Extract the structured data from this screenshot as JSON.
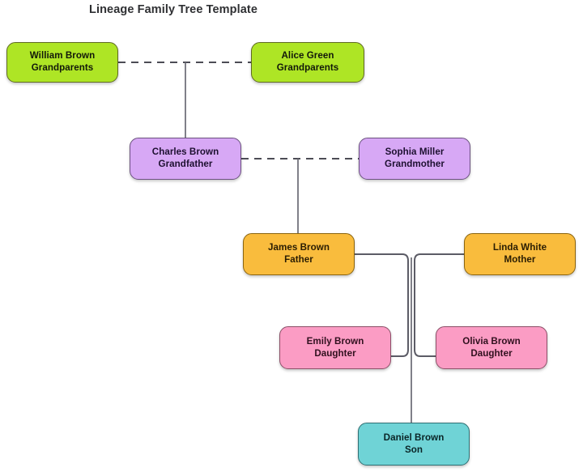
{
  "chart_data": {
    "type": "diagram",
    "diagram_kind": "family-tree",
    "title": "Lineage Family Tree Template",
    "generations": [
      {
        "level": 1,
        "color": "#aee525",
        "nodes": [
          {
            "name": "William Brown",
            "role": "Grandparents"
          },
          {
            "name": "Alice Green",
            "role": "Grandparents"
          }
        ]
      },
      {
        "level": 2,
        "color": "#d7a8f5",
        "nodes": [
          {
            "name": "Charles Brown",
            "role": "Grandfather"
          },
          {
            "name": "Sophia Miller",
            "role": "Grandmother"
          }
        ]
      },
      {
        "level": 3,
        "color": "#f9bc3d",
        "nodes": [
          {
            "name": "James Brown",
            "role": "Father"
          },
          {
            "name": "Linda White",
            "role": "Mother"
          }
        ]
      },
      {
        "level": 4,
        "color": "#fb9cc4",
        "nodes": [
          {
            "name": "Emily Brown",
            "role": "Daughter"
          },
          {
            "name": "Olivia Brown",
            "role": "Daughter"
          }
        ]
      },
      {
        "level": 5,
        "color": "#6fd3d6",
        "nodes": [
          {
            "name": "Daniel Brown",
            "role": "Son"
          }
        ]
      }
    ],
    "edges": [
      {
        "from": "William Brown",
        "to": "Alice Green",
        "style": "dashed",
        "meaning": "partners"
      },
      {
        "from": "William Brown+Alice Green",
        "to": "Charles Brown",
        "style": "solid",
        "meaning": "child"
      },
      {
        "from": "Charles Brown",
        "to": "Sophia Miller",
        "style": "dashed",
        "meaning": "partners"
      },
      {
        "from": "Charles Brown+Sophia Miller",
        "to": "James Brown",
        "style": "solid",
        "meaning": "child"
      },
      {
        "from": "James Brown",
        "to": "Linda White",
        "style": "solid",
        "meaning": "partners"
      },
      {
        "from": "James Brown+Linda White",
        "to": "Emily Brown",
        "style": "solid",
        "meaning": "child"
      },
      {
        "from": "James Brown+Linda White",
        "to": "Olivia Brown",
        "style": "solid",
        "meaning": "child"
      },
      {
        "from": "James Brown+Linda White",
        "to": "Daniel Brown",
        "style": "solid",
        "meaning": "child"
      }
    ]
  },
  "header": {
    "title": "Lineage Family Tree Template"
  },
  "nodes": {
    "william_brown": {
      "name": "William Brown",
      "role": "Grandparents"
    },
    "alice_green": {
      "name": "Alice Green",
      "role": "Grandparents"
    },
    "charles_brown": {
      "name": "Charles Brown",
      "role": "Grandfather"
    },
    "sophia_miller": {
      "name": "Sophia Miller",
      "role": "Grandmother"
    },
    "james_brown": {
      "name": "James Brown",
      "role": "Father"
    },
    "linda_white": {
      "name": "Linda White",
      "role": "Mother"
    },
    "emily_brown": {
      "name": "Emily Brown",
      "role": "Daughter"
    },
    "olivia_brown": {
      "name": "Olivia Brown",
      "role": "Daughter"
    },
    "daniel_brown": {
      "name": "Daniel Brown",
      "role": "Son"
    }
  },
  "colors": {
    "generation_1": "#aee525",
    "generation_2": "#d7a8f5",
    "generation_3": "#f9bc3d",
    "generation_4": "#fb9cc4",
    "generation_5": "#6fd3d6",
    "connector": "#5c5c66",
    "title_text": "#2f3033",
    "background": "#ffffff"
  }
}
